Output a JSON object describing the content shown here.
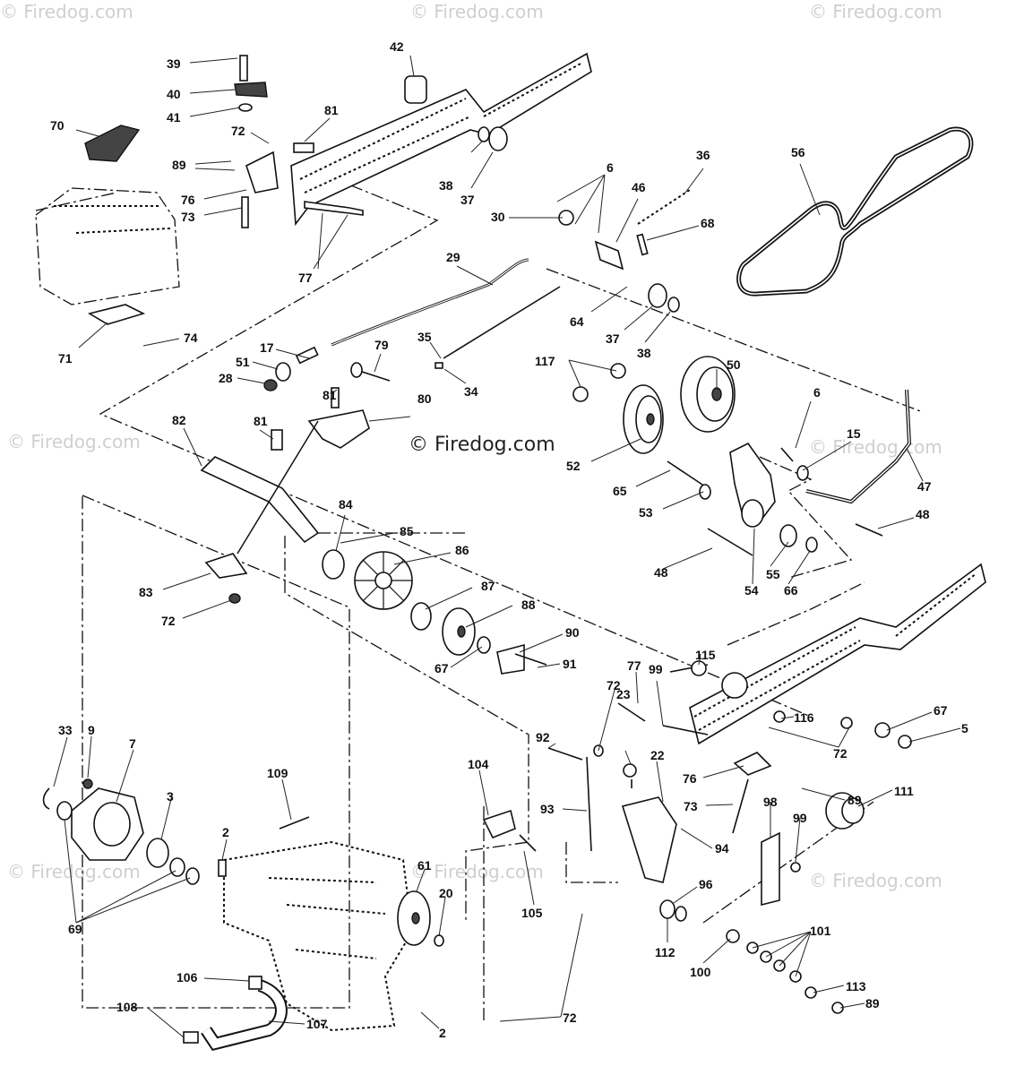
{
  "watermark": {
    "text": "© Firedog.com",
    "center_text": "© Firedog.com",
    "text_color": "#cfcfcf"
  },
  "callouts": [
    {
      "id": "c39",
      "label": "39"
    },
    {
      "id": "c40",
      "label": "40"
    },
    {
      "id": "c41",
      "label": "41"
    },
    {
      "id": "c42",
      "label": "42"
    },
    {
      "id": "c70",
      "label": "70"
    },
    {
      "id": "c81a",
      "label": "81"
    },
    {
      "id": "c72a",
      "label": "72"
    },
    {
      "id": "c89a",
      "label": "89"
    },
    {
      "id": "c76a",
      "label": "76"
    },
    {
      "id": "c73a",
      "label": "73"
    },
    {
      "id": "c77a",
      "label": "77"
    },
    {
      "id": "c38a",
      "label": "38"
    },
    {
      "id": "c37a",
      "label": "37"
    },
    {
      "id": "c6a",
      "label": "6"
    },
    {
      "id": "c36",
      "label": "36"
    },
    {
      "id": "c46",
      "label": "46"
    },
    {
      "id": "c30",
      "label": "30"
    },
    {
      "id": "c68",
      "label": "68"
    },
    {
      "id": "c56",
      "label": "56"
    },
    {
      "id": "c29",
      "label": "29"
    },
    {
      "id": "c64",
      "label": "64"
    },
    {
      "id": "c37b",
      "label": "37"
    },
    {
      "id": "c38b",
      "label": "38"
    },
    {
      "id": "c71",
      "label": "71"
    },
    {
      "id": "c74",
      "label": "74"
    },
    {
      "id": "c35",
      "label": "35"
    },
    {
      "id": "c17",
      "label": "17"
    },
    {
      "id": "c79",
      "label": "79"
    },
    {
      "id": "c51",
      "label": "51"
    },
    {
      "id": "c28",
      "label": "28"
    },
    {
      "id": "c34",
      "label": "34"
    },
    {
      "id": "c117",
      "label": "117"
    },
    {
      "id": "c50",
      "label": "50"
    },
    {
      "id": "c81b",
      "label": "81"
    },
    {
      "id": "c80",
      "label": "80"
    },
    {
      "id": "c82",
      "label": "82"
    },
    {
      "id": "c81c",
      "label": "81"
    },
    {
      "id": "c6b",
      "label": "6"
    },
    {
      "id": "c15",
      "label": "15"
    },
    {
      "id": "c52",
      "label": "52"
    },
    {
      "id": "c65",
      "label": "65"
    },
    {
      "id": "c47",
      "label": "47"
    },
    {
      "id": "c53",
      "label": "53"
    },
    {
      "id": "c48a",
      "label": "48"
    },
    {
      "id": "c84",
      "label": "84"
    },
    {
      "id": "c85",
      "label": "85"
    },
    {
      "id": "c86",
      "label": "86"
    },
    {
      "id": "c48b",
      "label": "48"
    },
    {
      "id": "c55",
      "label": "55"
    },
    {
      "id": "c54",
      "label": "54"
    },
    {
      "id": "c66",
      "label": "66"
    },
    {
      "id": "c83",
      "label": "83"
    },
    {
      "id": "c87",
      "label": "87"
    },
    {
      "id": "c88",
      "label": "88"
    },
    {
      "id": "c72b",
      "label": "72"
    },
    {
      "id": "c90",
      "label": "90"
    },
    {
      "id": "c67a",
      "label": "67"
    },
    {
      "id": "c91",
      "label": "91"
    },
    {
      "id": "c115",
      "label": "115"
    },
    {
      "id": "c77b",
      "label": "77"
    },
    {
      "id": "c99a",
      "label": "99"
    },
    {
      "id": "c72c",
      "label": "72"
    },
    {
      "id": "c23",
      "label": "23"
    },
    {
      "id": "c67b",
      "label": "67"
    },
    {
      "id": "c116",
      "label": "116"
    },
    {
      "id": "c5",
      "label": "5"
    },
    {
      "id": "c72d",
      "label": "72"
    },
    {
      "id": "c33",
      "label": "33"
    },
    {
      "id": "c9",
      "label": "9"
    },
    {
      "id": "c7",
      "label": "7"
    },
    {
      "id": "c92",
      "label": "92"
    },
    {
      "id": "c104",
      "label": "104"
    },
    {
      "id": "c22",
      "label": "22"
    },
    {
      "id": "c76b",
      "label": "76"
    },
    {
      "id": "c109",
      "label": "109"
    },
    {
      "id": "c89b",
      "label": "89"
    },
    {
      "id": "c111",
      "label": "111"
    },
    {
      "id": "c3",
      "label": "3"
    },
    {
      "id": "c93",
      "label": "93"
    },
    {
      "id": "c73b",
      "label": "73"
    },
    {
      "id": "c98",
      "label": "98"
    },
    {
      "id": "c99b",
      "label": "99"
    },
    {
      "id": "c2a",
      "label": "2"
    },
    {
      "id": "c94",
      "label": "94"
    },
    {
      "id": "c61",
      "label": "61"
    },
    {
      "id": "c20",
      "label": "20"
    },
    {
      "id": "c96",
      "label": "96"
    },
    {
      "id": "c69",
      "label": "69"
    },
    {
      "id": "c105",
      "label": "105"
    },
    {
      "id": "c101",
      "label": "101"
    },
    {
      "id": "c112",
      "label": "112"
    },
    {
      "id": "c100",
      "label": "100"
    },
    {
      "id": "c106",
      "label": "106"
    },
    {
      "id": "c113",
      "label": "113"
    },
    {
      "id": "c108",
      "label": "108"
    },
    {
      "id": "c107",
      "label": "107"
    },
    {
      "id": "c72e",
      "label": "72"
    },
    {
      "id": "c89c",
      "label": "89"
    },
    {
      "id": "c2b",
      "label": "2"
    }
  ]
}
